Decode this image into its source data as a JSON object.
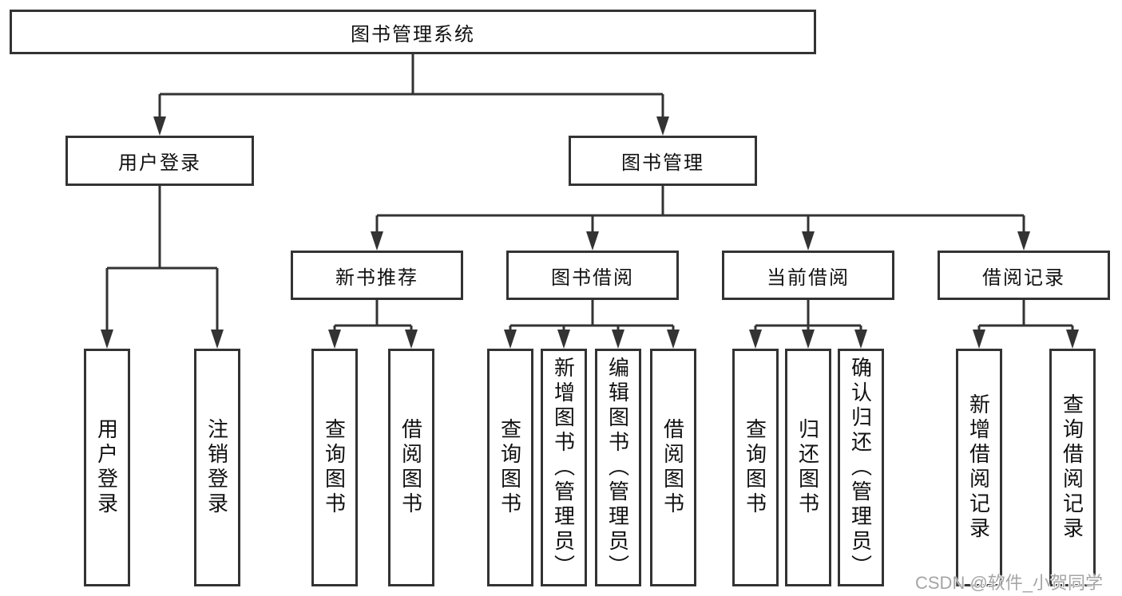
{
  "diagram": {
    "title": "图书管理系统",
    "tree": {
      "label": "图书管理系统",
      "children": [
        {
          "label": "用户登录",
          "children": [
            {
              "label": "用户登录"
            },
            {
              "label": "注销登录"
            }
          ]
        },
        {
          "label": "图书管理",
          "children": [
            {
              "label": "新书推荐",
              "children": [
                {
                  "label": "查询图书"
                },
                {
                  "label": "借阅图书"
                }
              ]
            },
            {
              "label": "图书借阅",
              "children": [
                {
                  "label": "查询图书"
                },
                {
                  "label": "新增图书（管理员）"
                },
                {
                  "label": "编辑图书（管理员）"
                },
                {
                  "label": "借阅图书"
                }
              ]
            },
            {
              "label": "当前借阅",
              "children": [
                {
                  "label": "查询图书"
                },
                {
                  "label": "归还图书"
                },
                {
                  "label": "确认归还（管理员）"
                }
              ]
            },
            {
              "label": "借阅记录",
              "children": [
                {
                  "label": "新增借阅记录"
                },
                {
                  "label": "查询借阅记录"
                }
              ]
            }
          ]
        }
      ]
    }
  },
  "nodes": {
    "root": "图书管理系统",
    "level2": [
      "用户登录",
      "图书管理"
    ],
    "level3": [
      "新书推荐",
      "图书借阅",
      "当前借阅",
      "借阅记录"
    ],
    "leaves": [
      "用户登录",
      "注销登录",
      "查询图书",
      "借阅图书",
      "查询图书",
      "新增图书（管理员）",
      "编辑图书（管理员）",
      "借阅图书",
      "查询图书",
      "归还图书",
      "确认归还（管理员）",
      "新增借阅记录",
      "查询借阅记录"
    ]
  },
  "watermark": {
    "text": "CSDN @软件_小贺同学"
  },
  "colors": {
    "background": "#ffffff",
    "line": "#333333",
    "box_border": "#333333",
    "text": "#111111",
    "watermark": "#a5a5a5"
  }
}
